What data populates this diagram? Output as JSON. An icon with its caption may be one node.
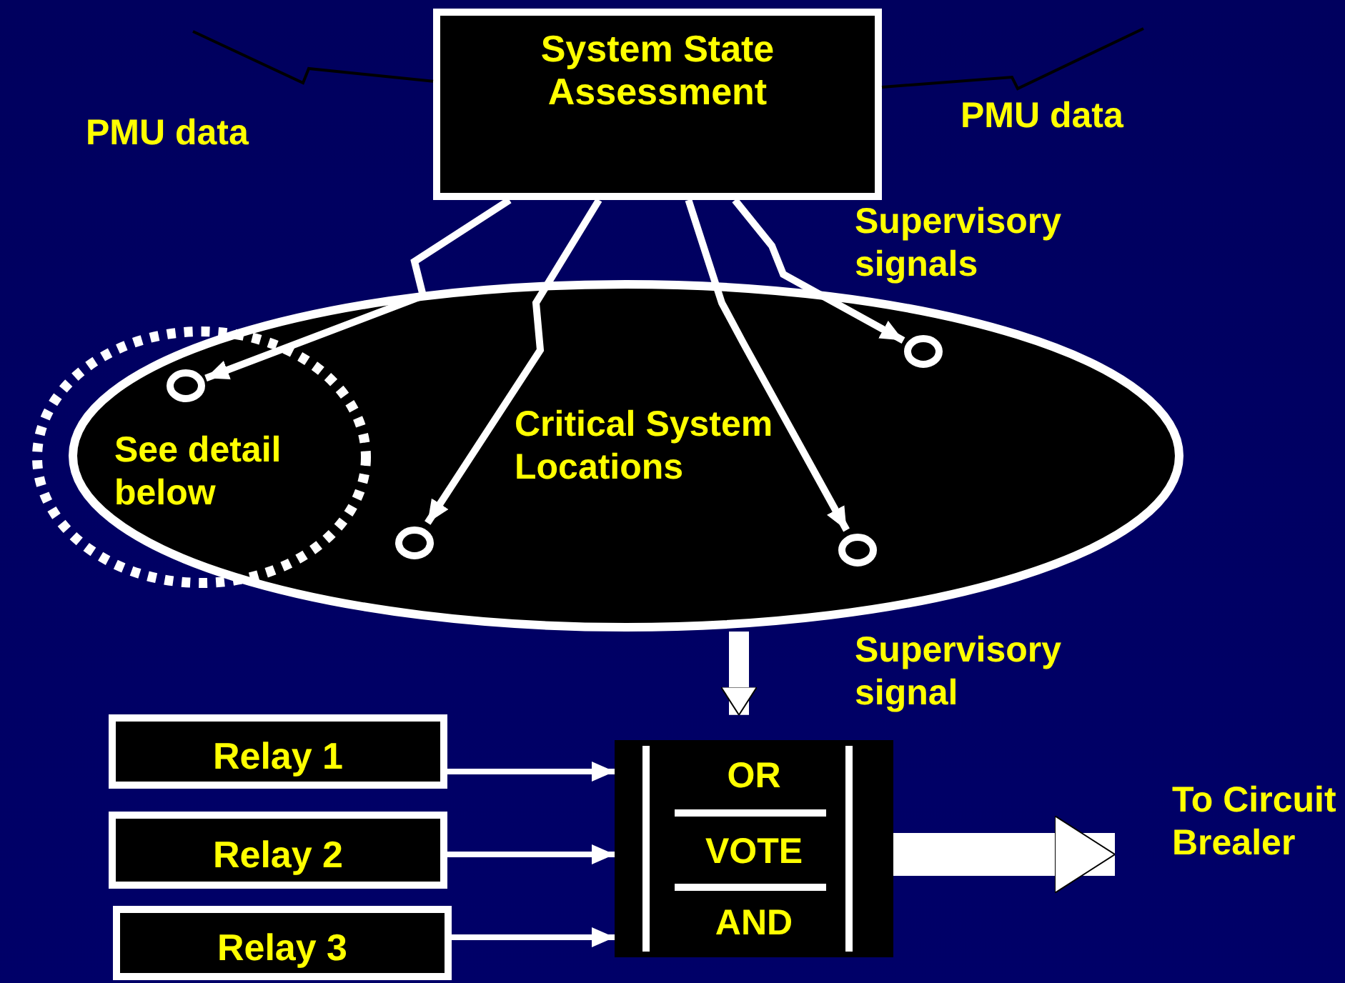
{
  "diagram": {
    "nodes": [
      {
        "text": [
          "System State Assessment"
        ]
      },
      {
        "text": [
          "Critical System Locations"
        ]
      },
      {
        "text": [
          "See detail below"
        ]
      },
      {
        "text": [],
        "shape": "circle",
        "in": 2
      },
      {
        "text": [],
        "shape": "circle",
        "in": 1
      },
      {
        "text": [],
        "shape": "circle",
        "in": 1
      },
      {
        "text": [],
        "shape": "circle",
        "in": 1
      },
      {
        "text": [
          "OR",
          "VOTE",
          "AND"
        ]
      },
      {
        "text": [
          "Relay 1"
        ]
      },
      {
        "text": [
          "Relay 2"
        ]
      },
      {
        "text": [
          "Relay 3"
        ]
      },
      {
        "text": [
          "To Circuit Brealer"
        ]
      }
    ],
    "edges": [
      {
        "from": 0,
        "to": 3,
        "arrow": "to"
      },
      {
        "from": 0,
        "to": 4,
        "arrow": "to"
      },
      {
        "from": 0,
        "to": 5,
        "arrow": "to"
      },
      {
        "from": 0,
        "to": 6,
        "arrow": "to"
      },
      {
        "from": null,
        "to": 0,
        "arrow": "none",
        "color": "#000000"
      },
      {
        "from": null,
        "to": 0,
        "arrow": "none",
        "color": "#000000"
      },
      {
        "from": 1,
        "to": 7,
        "arrow": "to",
        "style": "thick"
      },
      {
        "from": 8,
        "to": 7,
        "arrow": "to"
      },
      {
        "from": 9,
        "to": 7,
        "arrow": "to"
      },
      {
        "from": 10,
        "to": 7,
        "arrow": "to"
      },
      {
        "from": 7,
        "to": 11,
        "arrow": "to",
        "style": "thick"
      }
    ],
    "labels": [
      "PMU data",
      "PMU data",
      "Supervisory signals",
      "Supervisory signal"
    ]
  }
}
